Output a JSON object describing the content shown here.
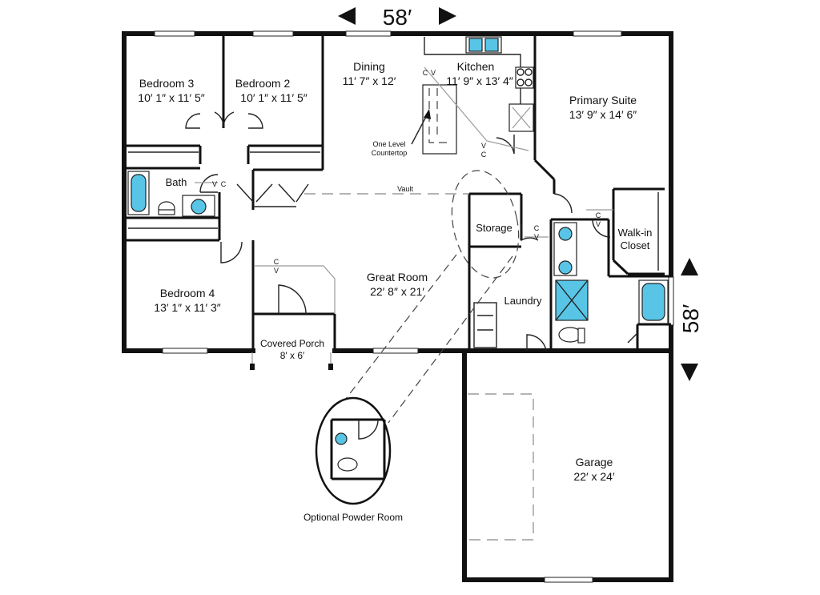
{
  "dimensions": {
    "width": "58′",
    "depth": "58′"
  },
  "rooms": {
    "bedroom3": {
      "name": "Bedroom 3",
      "size": "10′ 1″ x 11′ 5″"
    },
    "bedroom2": {
      "name": "Bedroom 2",
      "size": "10′ 1″ x 11′ 5″"
    },
    "dining": {
      "name": "Dining",
      "size": "11′ 7″ x 12′"
    },
    "kitchen": {
      "name": "Kitchen",
      "size": "11′ 9″ x 13′ 4″"
    },
    "primary_suite": {
      "name": "Primary Suite",
      "size": "13′ 9″ x 14′ 6″"
    },
    "bath": {
      "name": "Bath"
    },
    "storage": {
      "name": "Storage"
    },
    "walkin_closet": {
      "line1": "Walk-in",
      "line2": "Closet"
    },
    "great_room": {
      "name": "Great Room",
      "size": "22′ 8″ x 21′"
    },
    "laundry": {
      "name": "Laundry"
    },
    "bedroom4": {
      "name": "Bedroom 4",
      "size": "13′ 1″ x 11′ 3″"
    },
    "covered_porch": {
      "name": "Covered Porch",
      "size": "8′ x 6′"
    },
    "garage": {
      "name": "Garage",
      "size": "22′ x 24′"
    }
  },
  "notes": {
    "countertop_line1": "One Level",
    "countertop_line2": "Countertop",
    "vault": "Vault",
    "powder_room": "Optional Powder Room",
    "c": "C",
    "v": "V"
  }
}
